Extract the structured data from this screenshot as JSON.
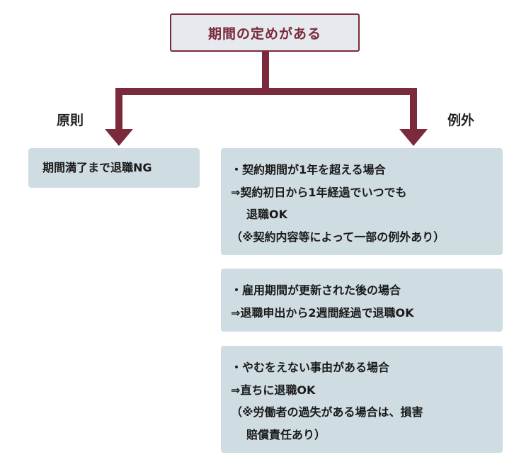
{
  "root": {
    "title": "期間の定めがある"
  },
  "colors": {
    "accent": "#7a2a3a",
    "box_fill": "#cfdde3",
    "root_fill": "#e6e9ee"
  },
  "branches": {
    "left": {
      "label": "原則",
      "card": {
        "text": "期間満了まで退職NG"
      }
    },
    "right": {
      "label": "例外",
      "cards": [
        {
          "lines": [
            "・契約期間が1年を超える場合",
            "⇒契約初日から1年経過でいつでも",
            "退職OK",
            "（※契約内容等によって一部の例外あり）"
          ]
        },
        {
          "lines": [
            "・雇用期間が更新された後の場合",
            "⇒退職申出から2週間経過で退職OK"
          ]
        },
        {
          "lines": [
            "・やむをえない事由がある場合",
            "⇒直ちに退職OK",
            "（※労働者の過失がある場合は、損害",
            "賠償責任あり）"
          ]
        }
      ]
    }
  }
}
